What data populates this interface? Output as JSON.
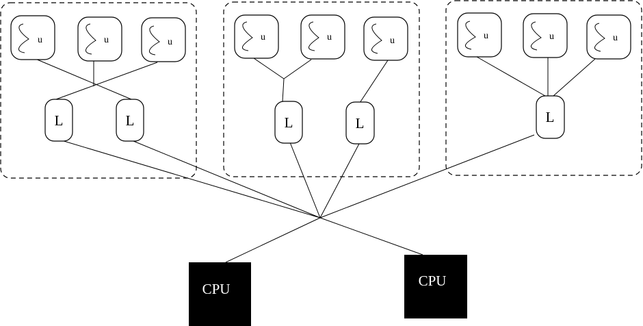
{
  "diagram": {
    "groups": [
      {
        "id": "group-1",
        "threads": [
          {
            "label": "u"
          },
          {
            "label": "u"
          },
          {
            "label": "u"
          }
        ],
        "lwps": [
          {
            "label": "L"
          },
          {
            "label": "L"
          }
        ]
      },
      {
        "id": "group-2",
        "threads": [
          {
            "label": "u"
          },
          {
            "label": "u"
          },
          {
            "label": "u"
          }
        ],
        "lwps": [
          {
            "label": "L"
          },
          {
            "label": "L"
          }
        ]
      },
      {
        "id": "group-3",
        "threads": [
          {
            "label": "u"
          },
          {
            "label": "u"
          },
          {
            "label": "u"
          }
        ],
        "lwps": [
          {
            "label": "L"
          }
        ]
      }
    ],
    "processors": [
      {
        "label": "CPU"
      },
      {
        "label": "CPU"
      }
    ]
  }
}
